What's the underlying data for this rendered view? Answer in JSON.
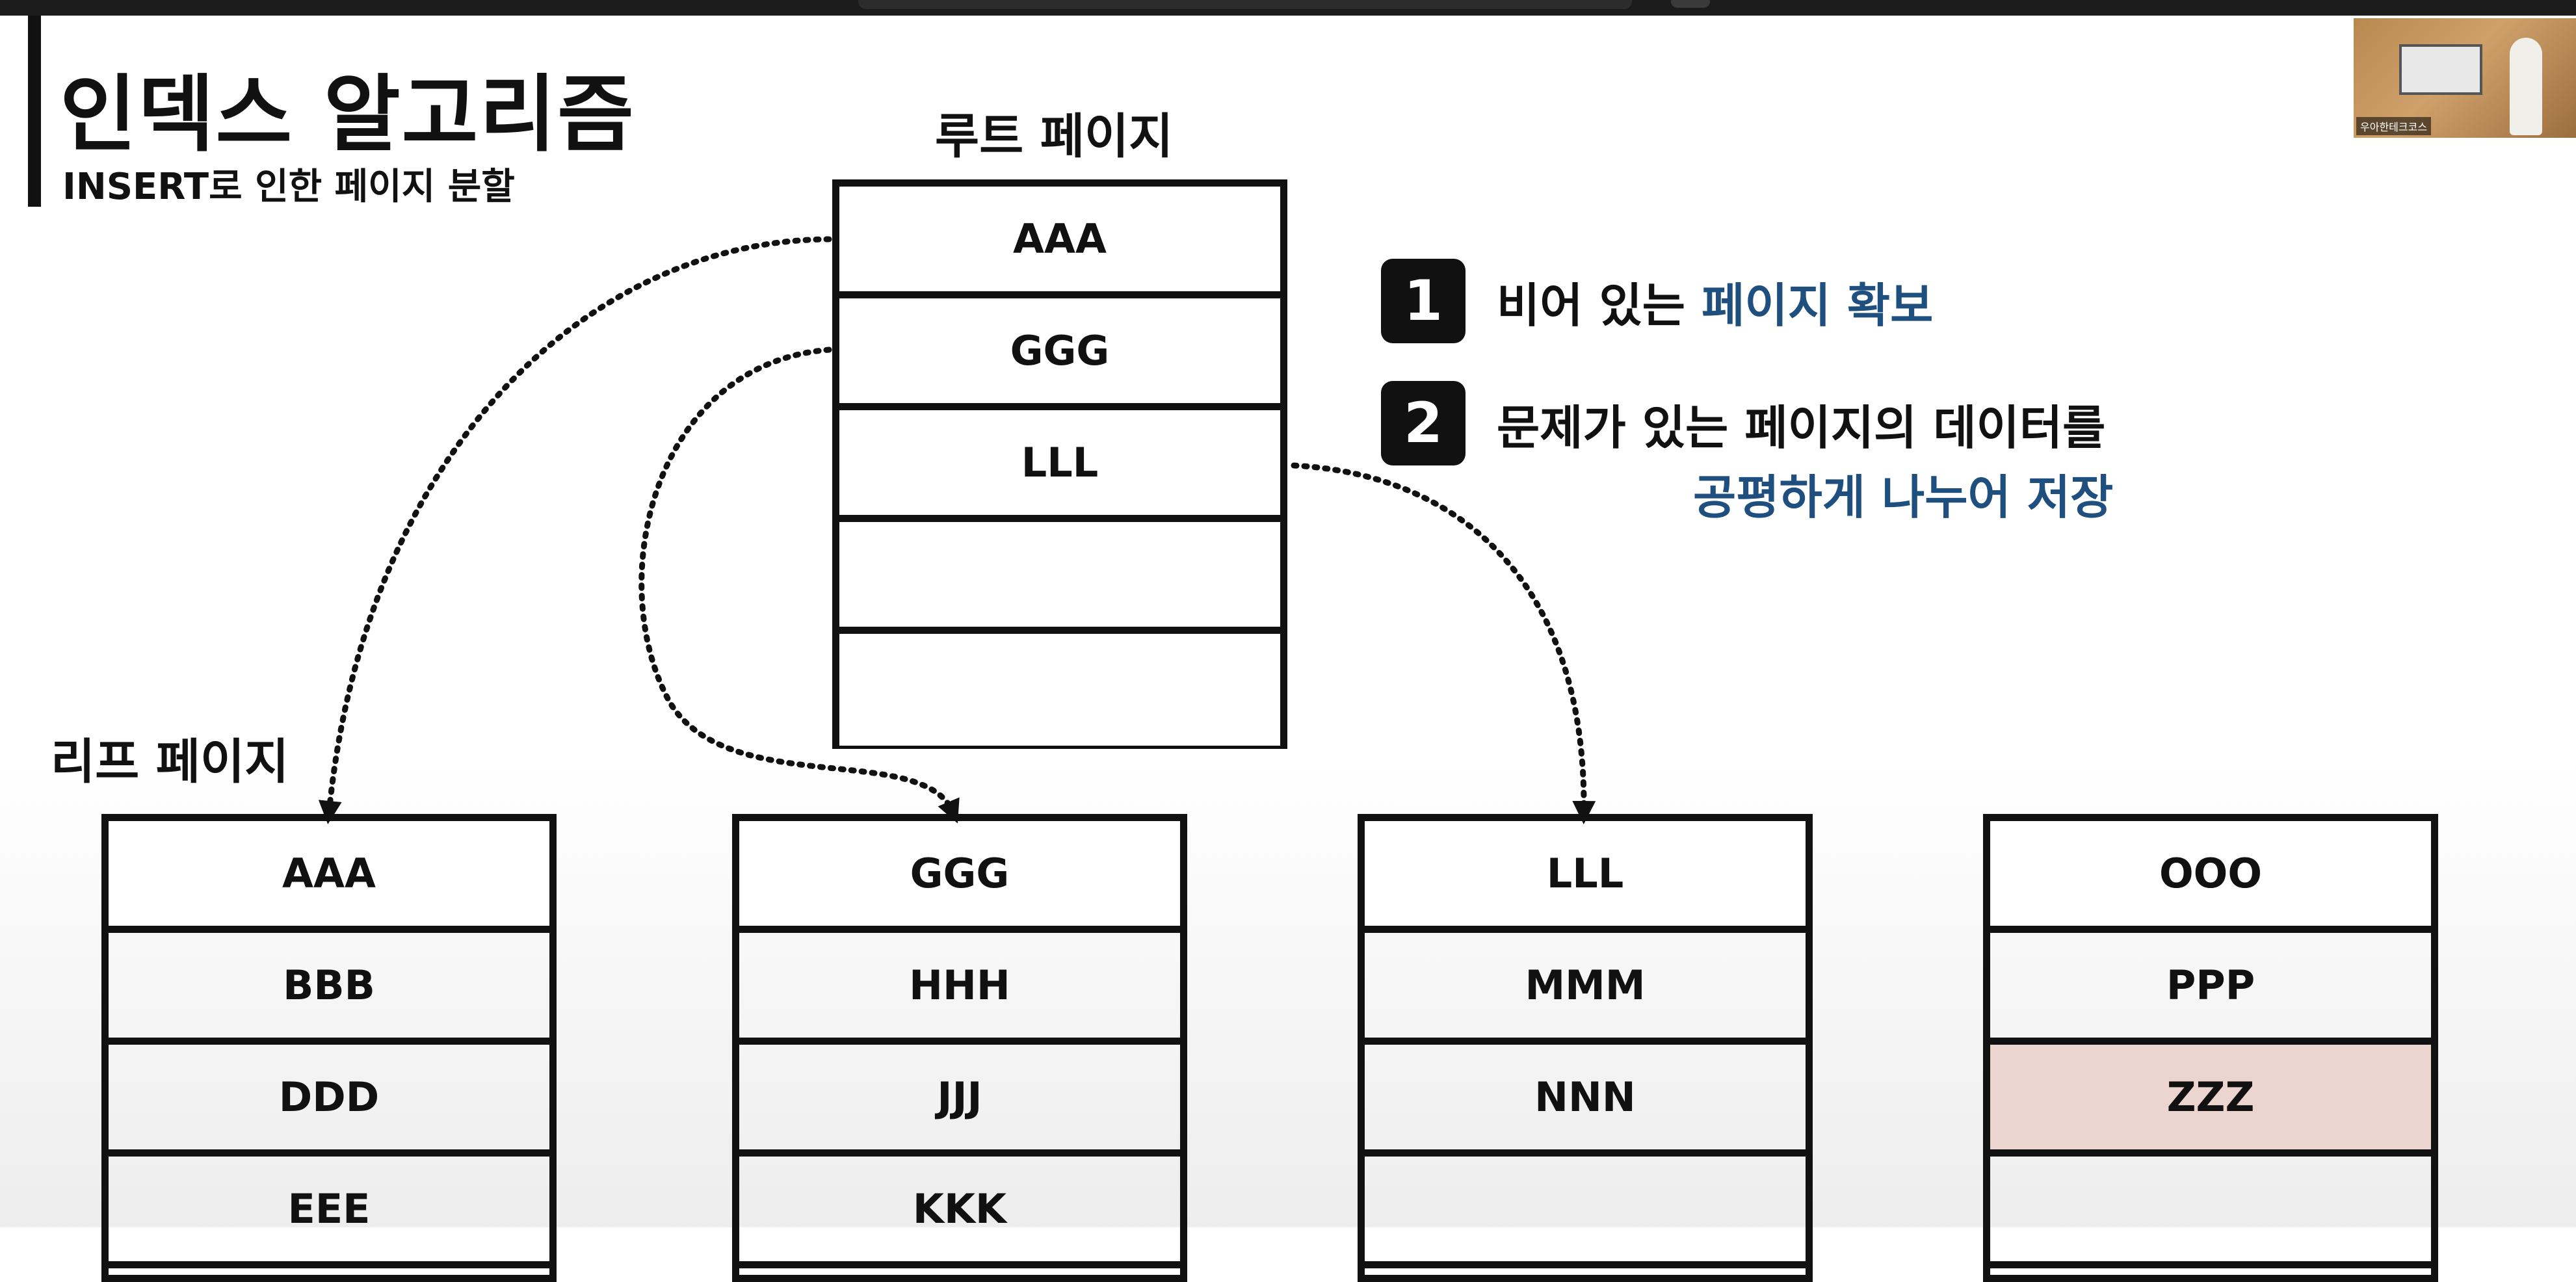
{
  "title": "인덱스 알고리즘",
  "subtitle": "INSERT로 인한 페이지 분할",
  "root_page": {
    "label": "루트 페이지",
    "cells": [
      "AAA",
      "GGG",
      "LLL",
      "",
      ""
    ]
  },
  "leaf_pages": {
    "label": "리프 페이지",
    "pages": [
      {
        "cells": [
          "AAA",
          "BBB",
          "DDD",
          "EEE"
        ]
      },
      {
        "cells": [
          "GGG",
          "HHH",
          "JJJ",
          "KKK"
        ]
      },
      {
        "cells": [
          "LLL",
          "MMM",
          "NNN",
          ""
        ]
      },
      {
        "cells": [
          "OOO",
          "PPP",
          "ZZZ",
          ""
        ]
      }
    ],
    "highlighted_cell": {
      "page": 4,
      "value": "ZZZ",
      "color": "#ecd4cf"
    }
  },
  "steps": [
    {
      "number": "1",
      "text_plain": "비어 있는 ",
      "text_emphasis": "페이지 확보"
    },
    {
      "number": "2",
      "text_plain": "문제가 있는 페이지의 데이터를",
      "text_emphasis": "공평하게 나누어 저장"
    }
  ],
  "webcam": {
    "caption": "우아한테크코스"
  },
  "colors": {
    "emphasis": "#1f4f7f",
    "highlight": "#ecd4cf",
    "ink": "#111111"
  }
}
